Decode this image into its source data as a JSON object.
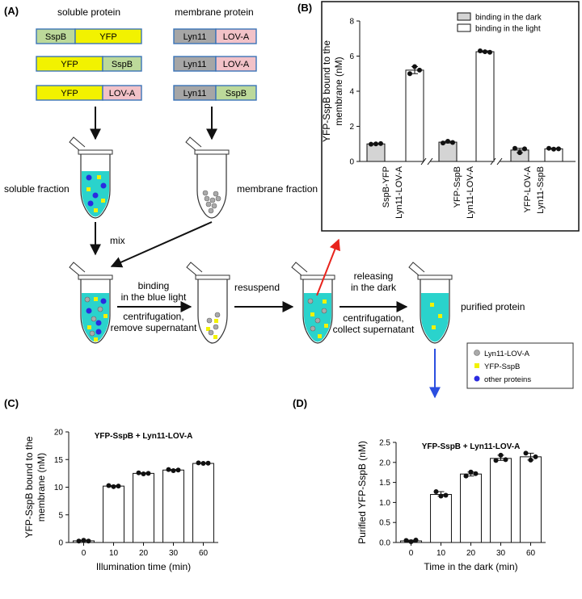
{
  "panels": {
    "A": {
      "label": "(A)",
      "soluble_title": "soluble protein",
      "membrane_title": "membrane protein",
      "soluble_constructs": [
        {
          "left": "SspB",
          "right": "YFP"
        },
        {
          "left": "YFP",
          "right": "SspB"
        },
        {
          "left": "YFP",
          "right": "LOV-A"
        }
      ],
      "membrane_constructs": [
        {
          "left": "Lyn11",
          "right": "LOV-A"
        },
        {
          "left": "Lyn11",
          "right": "LOV-A"
        },
        {
          "left": "Lyn11",
          "right": "SspB"
        }
      ],
      "soluble_fraction": "soluble fraction",
      "membrane_fraction": "membrane fraction",
      "mix": "mix",
      "step1_top": [
        "binding",
        "in the blue light"
      ],
      "step1_bottom": [
        "centrifugation,",
        "remove supernatant"
      ],
      "step2_top": "resuspend",
      "step3_top": [
        "releasing",
        "in the dark"
      ],
      "step3_bottom": [
        "centrifugation,",
        "collect supernatant"
      ],
      "purified": "purified protein",
      "legend": [
        "Lyn11-LOV-A",
        "YFP-SspB",
        "other proteins"
      ]
    },
    "B": {
      "label": "(B)"
    },
    "C": {
      "label": "(C)"
    },
    "D": {
      "label": "(D)"
    }
  },
  "colors": {
    "yfp": "#f2f200",
    "sspb": "#bcd99a",
    "lova": "#f2c2c8",
    "lyn11": "#a6a6a6",
    "box_border": "#3b74b8",
    "liquid": "#2ad3cc",
    "other_protein": "#2b2be0",
    "red_arrow": "#e8231c",
    "blue_arrow": "#2b4fe0",
    "bar_dark": "#d4d4d4",
    "bar_light": "#ffffff"
  },
  "chart_data": [
    {
      "id": "B",
      "type": "bar",
      "ylabel": "YFP-SspB bound to the membrane (nM)",
      "ylim": [
        0,
        8
      ],
      "yticks": [
        0,
        2,
        4,
        6,
        8
      ],
      "legend": [
        {
          "name": "binding in the dark",
          "color": "#d4d4d4"
        },
        {
          "name": "binding in the light",
          "color": "#ffffff"
        }
      ],
      "legend_position": "top-right",
      "groups": [
        {
          "label": [
            "SspB-YFP",
            "Lyn11-LOV-A"
          ],
          "dark": 1.0,
          "light": 5.2,
          "dark_points": [
            0.98,
            1.0,
            1.02
          ],
          "light_points": [
            5.0,
            5.4,
            5.2
          ]
        },
        {
          "label": [
            "YFP-SspB",
            "Lyn11-LOV-A"
          ],
          "dark": 1.1,
          "light": 6.25,
          "dark_points": [
            1.05,
            1.15,
            1.08
          ],
          "light_points": [
            6.3,
            6.25,
            6.22
          ]
        },
        {
          "label": [
            "YFP-LOV-A",
            "Lyn11-SspB"
          ],
          "dark": 0.65,
          "light": 0.72,
          "dark_points": [
            0.75,
            0.5,
            0.72
          ],
          "light_points": [
            0.75,
            0.7,
            0.72
          ]
        }
      ],
      "axis_breaks": true
    },
    {
      "id": "C",
      "type": "bar",
      "title": "YFP-SspB + Lyn11-LOV-A",
      "xlabel": "Illumination time (min)",
      "ylabel": "YFP-SspB bound to the membrane (nM)",
      "categories": [
        "0",
        "10",
        "20",
        "30",
        "60"
      ],
      "values": [
        0.3,
        10.2,
        12.5,
        13.1,
        14.3
      ],
      "points": [
        [
          0.25,
          0.4,
          0.25
        ],
        [
          10.3,
          10.1,
          10.2
        ],
        [
          12.6,
          12.4,
          12.5
        ],
        [
          13.2,
          13.0,
          13.1
        ],
        [
          14.4,
          14.3,
          14.35
        ]
      ],
      "ylim": [
        0,
        20
      ],
      "yticks": [
        0,
        5,
        10,
        15,
        20
      ]
    },
    {
      "id": "D",
      "type": "bar",
      "title": "YFP-SspB + Lyn11-LOV-A",
      "xlabel": "Time in the dark (min)",
      "ylabel": "Purified YFP-SspB (nM)",
      "categories": [
        "0",
        "10",
        "20",
        "30",
        "60"
      ],
      "values": [
        0.04,
        1.2,
        1.71,
        2.1,
        2.14
      ],
      "points": [
        [
          0.05,
          0.02,
          0.06
        ],
        [
          1.27,
          1.16,
          1.18
        ],
        [
          1.66,
          1.76,
          1.72
        ],
        [
          2.05,
          2.18,
          2.07
        ],
        [
          2.23,
          2.06,
          2.14
        ]
      ],
      "ylim": [
        0,
        2.5
      ],
      "yticks": [
        0.0,
        0.5,
        1.0,
        1.5,
        2.0,
        2.5
      ]
    }
  ]
}
